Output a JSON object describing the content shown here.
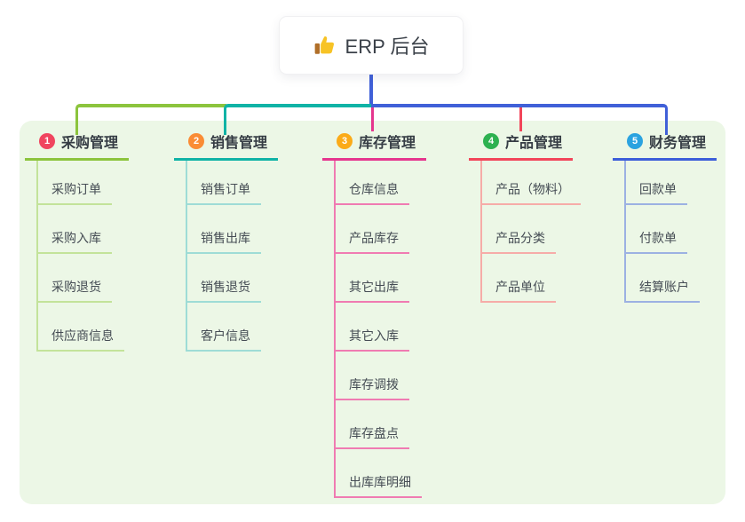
{
  "root": {
    "title": "ERP 后台",
    "icon": "thumbs-up-icon"
  },
  "colors": {
    "panel_bg": "#ecf7e6",
    "trunk_blue": "#4060d8",
    "bus_green": "#8cc43d",
    "bus_teal": "#10b3a6",
    "bus_blue": "#4060d8",
    "drop_magenta": "#e5368e",
    "drop_red": "#f2455a"
  },
  "branches": [
    {
      "index": "1",
      "label": "采购管理",
      "badge_color": "#f0455f",
      "line_color": "#8cc43d",
      "child_line_color": "#c3e39a",
      "children": [
        "采购订单",
        "采购入库",
        "采购退货",
        "供应商信息"
      ]
    },
    {
      "index": "2",
      "label": "销售管理",
      "badge_color": "#fa8c35",
      "line_color": "#10b3a6",
      "child_line_color": "#9edcd6",
      "children": [
        "销售订单",
        "销售出库",
        "销售退货",
        "客户信息"
      ]
    },
    {
      "index": "3",
      "label": "库存管理",
      "badge_color": "#fbab18",
      "line_color": "#e5368e",
      "child_line_color": "#f07bb2",
      "children": [
        "仓库信息",
        "产品库存",
        "其它出库",
        "其它入库",
        "库存调拨",
        "库存盘点",
        "出库库明细"
      ]
    },
    {
      "index": "4",
      "label": "产品管理",
      "badge_color": "#2db150",
      "line_color": "#f2455a",
      "child_line_color": "#f6aca8",
      "children": [
        "产品（物料）",
        "产品分类",
        "产品单位"
      ]
    },
    {
      "index": "5",
      "label": "财务管理",
      "badge_color": "#2ba3e0",
      "line_color": "#3c5ed9",
      "child_line_color": "#9cb1e2",
      "children": [
        "回款单",
        "付款单",
        "结算账户"
      ]
    }
  ]
}
